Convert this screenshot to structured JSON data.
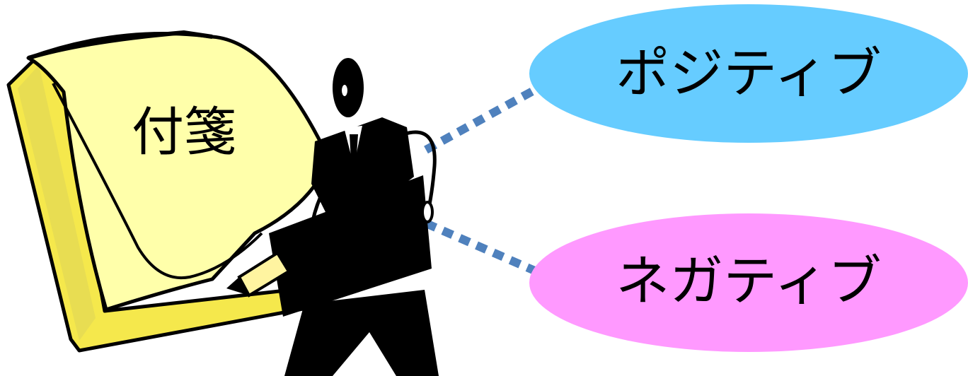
{
  "note": {
    "label": "付箋",
    "paper_color": "#FFFFAA",
    "edge_color": "#F5E84C",
    "shadow_color": "#E8DD52"
  },
  "positive": {
    "label": "ポジティブ",
    "fill_color": "#66CCFF"
  },
  "negative": {
    "label": "ネガティブ",
    "fill_color": "#FF99FF"
  },
  "connector_color": "#4F81BD",
  "figure_color": "#000000"
}
